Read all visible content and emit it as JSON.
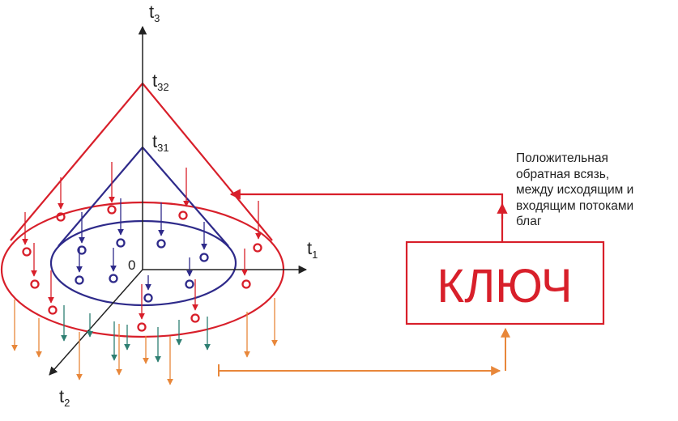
{
  "axes": {
    "t3": {
      "base": "t",
      "sub": "3"
    },
    "t1": {
      "base": "t",
      "sub": "1"
    },
    "t2": {
      "base": "t",
      "sub": "2"
    },
    "t32": {
      "base": "t",
      "sub": "32"
    },
    "t31": {
      "base": "t",
      "sub": "31"
    },
    "origin": "0"
  },
  "feedback_text": [
    "Положительная",
    "обратная всязь,",
    "между исходящим и",
    "входящим потоками",
    "благ"
  ],
  "key_label": "КЛЮЧ",
  "colors": {
    "outer": "#d81f2a",
    "inner": "#2e2a8a",
    "orange": "#e8873a",
    "teal": "#2e7f72",
    "axis": "#222222"
  }
}
